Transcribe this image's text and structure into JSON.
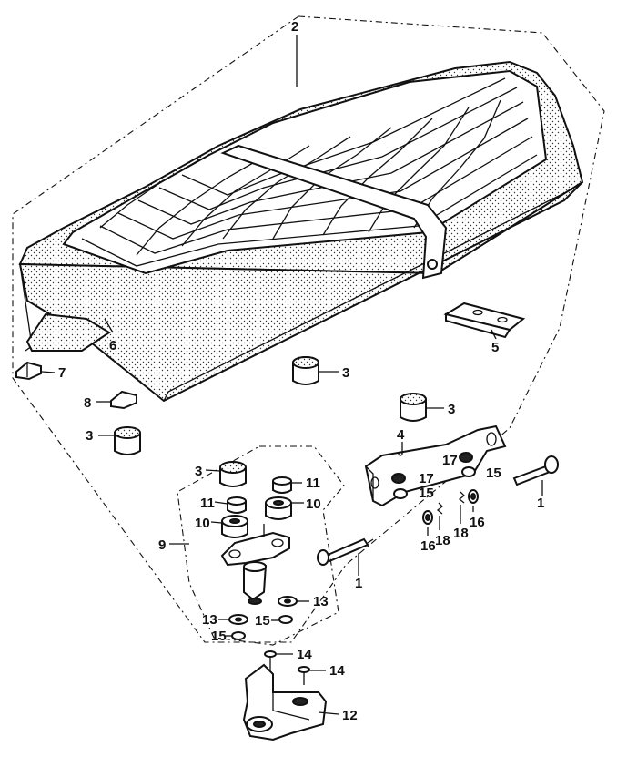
{
  "labels": {
    "p1a": "1",
    "p1b": "1",
    "p2": "2",
    "p3a": "3",
    "p3b": "3",
    "p3c": "3",
    "p3d": "3",
    "p4": "4",
    "p5": "5",
    "p6": "6",
    "p7": "7",
    "p8": "8",
    "p9": "9",
    "p10a": "10",
    "p10b": "10",
    "p11a": "11",
    "p11b": "11",
    "p12": "12",
    "p13a": "13",
    "p13b": "13",
    "p14a": "14",
    "p14b": "14",
    "p15a": "15",
    "p15b": "15",
    "p15c": "15",
    "p15d": "15",
    "p16a": "16",
    "p16b": "16",
    "p17a": "17",
    "p17b": "17",
    "p18a": "18",
    "p18b": "18"
  },
  "colors": {
    "ink": "#111111",
    "paper": "#ffffff"
  }
}
